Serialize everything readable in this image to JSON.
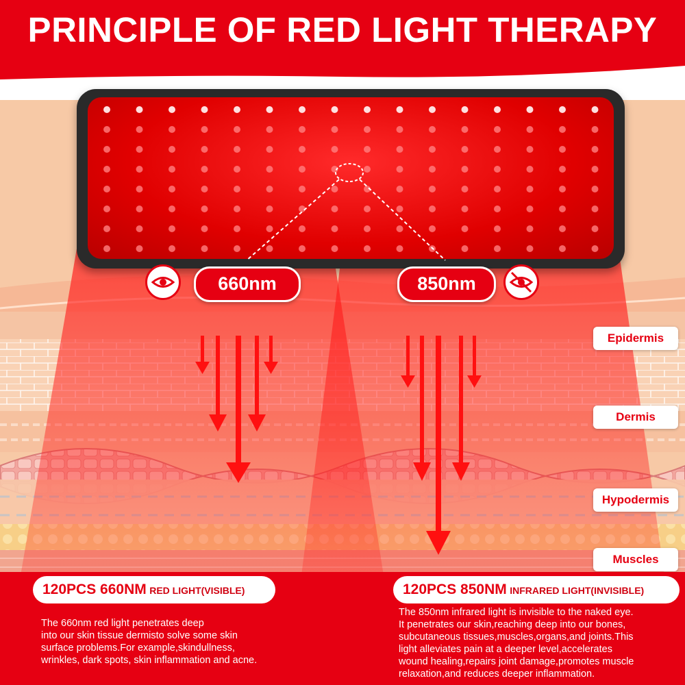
{
  "title": "PRINCIPLE OF RED LIGHT THERAPY",
  "wavelengths": {
    "left": "660nm",
    "right": "850nm"
  },
  "icons": {
    "left_eye": "eye-icon",
    "right_eye": "eye-crossed-icon"
  },
  "layers": [
    "Epidermis",
    "Dermis",
    "Hypodermis",
    "Muscles"
  ],
  "left_info": {
    "heading_bold": "120PCS 660NM",
    "heading_rest": "RED LIGHT(VISIBLE)",
    "lines": [
      "The 660nm red light penetrates deep",
      "into our skin tissue dermisto solve some skin",
      "surface problems.For example,skindullness,",
      "wrinkles, dark spots, skin inflammation and acne."
    ]
  },
  "right_info": {
    "heading_bold": "120PCS 850NM",
    "heading_rest": "INFRARED LIGHT(INVISIBLE)",
    "lines": [
      "The 850nm infrared light is invisible to the naked eye.",
      "It penetrates our skin,reaching deep into our bones,",
      "subcutaneous tissues,muscles,organs,and joints.This",
      "light alleviates pain at a deeper level,accelerates",
      "wound healing,repairs joint damage,promotes muscle",
      "relaxation,and reduces deeper inflammation."
    ]
  },
  "colors": {
    "brand_red": "#e60012",
    "led_red": "#ff3b3b",
    "panel_frame": "#2a2a2a"
  }
}
